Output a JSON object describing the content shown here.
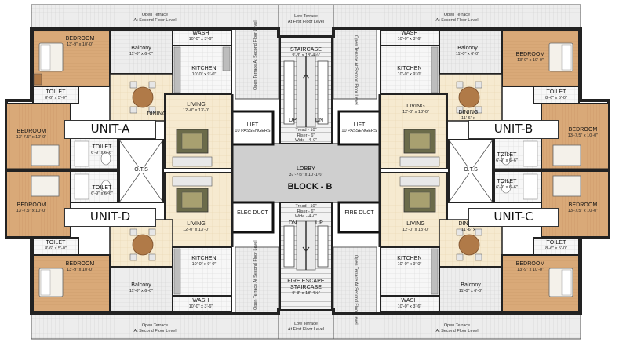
{
  "units": {
    "a": "UNIT-A",
    "b": "UNIT-B",
    "c": "UNIT-C",
    "d": "UNIT-D"
  },
  "block_label": "BLOCK - B",
  "lobby": {
    "name": "LOBBY",
    "dims": "37'-7½\" x 10'-1½\""
  },
  "staircase": {
    "name": "STAIRCASE",
    "dims": "9'-3\" x 18'-4½\""
  },
  "fire_escape": {
    "name": "FIRE ESCAPE STAIRCASE",
    "dims": "9'-3\" x 18'-4½\""
  },
  "lift": {
    "name": "LIFT",
    "sub": "10 PASSENGERS"
  },
  "elec_duct": "ELEC DUCT",
  "fire_duct": "FIRE DUCT",
  "stair_spec": {
    "tread": "Tread - 10\"",
    "riser": "Riser - 6\"",
    "wide": "Wide - 4'-0\""
  },
  "stair_marks": {
    "up": "UP",
    "dn": "DN"
  },
  "open_terrace": {
    "line1": "Open Terrace",
    "line2": "At Second Floor Level"
  },
  "low_terrace": {
    "line1": "Low Terrace",
    "line2": "At First Floor Level"
  },
  "vertical_terrace": "Open Terrace At Second Floor Level",
  "ots": "O.T.S",
  "rooms": {
    "bedroom": "BEDROOM",
    "bedroom_dims1": "13'-9\" x 10'-0\"",
    "bedroom_dims2": "13'-7.5\" x 10'-0\"",
    "wash": "WASH",
    "wash_dims": "10'-0\" x 3'-6\"",
    "kitchen": "KITCHEN",
    "kitchen_dims": "10'-0\" x 9'-0\"",
    "balcony": "Balcony",
    "balcony_dims": "11'-0\" x 6'-0\"",
    "living": "LIVING",
    "living_dims": "12'-0\" x 13'-0\"",
    "dining": "DINING",
    "dining_dims": "11'-6\" x",
    "toilet": "TOILET",
    "toilet_dims": "8'-6\" x 5'-0\"",
    "toilet_dims2": "6'-9\" x 6'-6\""
  }
}
